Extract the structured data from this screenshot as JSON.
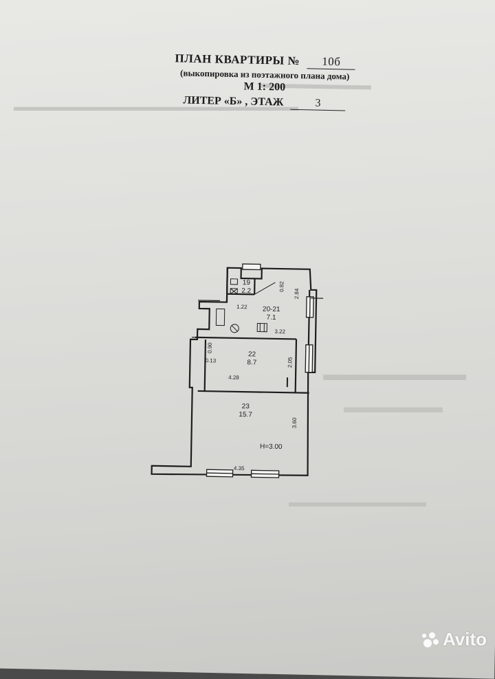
{
  "document": {
    "title": "ПЛАН КВАРТИРЫ №",
    "apartment_number": "10б",
    "subtitle": "(выкопировка из поэтажного плана дома)",
    "scale": "М 1: 200",
    "liter_label": "ЛИТЕР «Б» ,  ЭТАЖ",
    "floor": "3"
  },
  "plan": {
    "rooms": [
      {
        "number": "19",
        "area": "2.2"
      },
      {
        "number": "20-21",
        "area": "7.1"
      },
      {
        "number": "22",
        "area": "8.7"
      },
      {
        "number": "23",
        "area": "15.7"
      }
    ],
    "dimensions": {
      "d_082": "0.82",
      "d_122": "1.22",
      "d_284": "2.84",
      "d_322": "3.22",
      "d_090": "0.90",
      "d_013": "0.13",
      "d_205": "2.05",
      "d_428": "4.28",
      "d_360": "3.60",
      "d_435": "4.35"
    },
    "height_note": "H=3.00"
  },
  "watermark": {
    "brand": "Avito"
  }
}
